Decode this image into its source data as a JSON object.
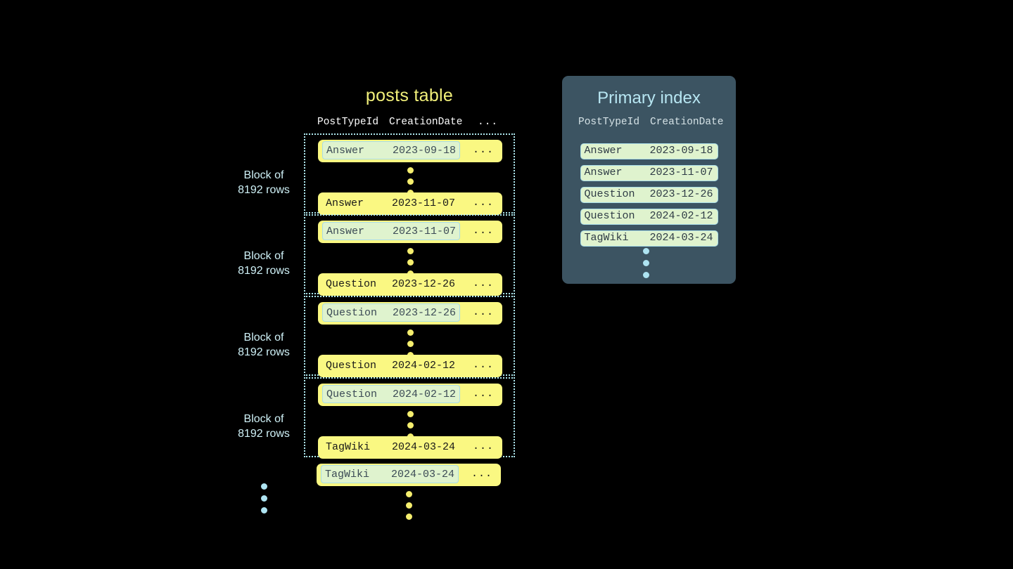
{
  "posts_table": {
    "title": "posts table",
    "columns": [
      "PostTypeId",
      "CreationDate",
      "..."
    ],
    "ellipsis": "...",
    "block_label": "Block of\n8192 rows",
    "block_label_line1": "Block of",
    "block_label_line2": "8192 rows",
    "blocks": [
      {
        "label_line1": "Block of",
        "label_line2": "8192 rows",
        "first_row": {
          "post_type_id": "Answer",
          "creation_date": "2023-09-18",
          "highlighted": true
        },
        "last_row": {
          "post_type_id": "Answer",
          "creation_date": "2023-11-07",
          "highlighted": false
        }
      },
      {
        "label_line1": "Block of",
        "label_line2": "8192 rows",
        "first_row": {
          "post_type_id": "Answer",
          "creation_date": "2023-11-07",
          "highlighted": true
        },
        "last_row": {
          "post_type_id": "Question",
          "creation_date": "2023-12-26",
          "highlighted": false
        }
      },
      {
        "label_line1": "Block of",
        "label_line2": "8192 rows",
        "first_row": {
          "post_type_id": "Question",
          "creation_date": "2023-12-26",
          "highlighted": true
        },
        "last_row": {
          "post_type_id": "Question",
          "creation_date": "2024-02-12",
          "highlighted": false
        }
      },
      {
        "label_line1": "Block of",
        "label_line2": "8192 rows",
        "first_row": {
          "post_type_id": "Question",
          "creation_date": "2024-02-12",
          "highlighted": true
        },
        "last_row": {
          "post_type_id": "TagWiki",
          "creation_date": "2024-03-24",
          "highlighted": false
        }
      }
    ],
    "trailing_row": {
      "post_type_id": "TagWiki",
      "creation_date": "2024-03-24",
      "highlighted": true
    }
  },
  "primary_index": {
    "title": "Primary index",
    "columns": [
      "PostTypeId",
      "CreationDate"
    ],
    "rows": [
      {
        "post_type_id": "Answer",
        "creation_date": "2023-09-18"
      },
      {
        "post_type_id": "Answer",
        "creation_date": "2023-11-07"
      },
      {
        "post_type_id": "Question",
        "creation_date": "2023-12-26"
      },
      {
        "post_type_id": "Question",
        "creation_date": "2024-02-12"
      },
      {
        "post_type_id": "TagWiki",
        "creation_date": "2024-03-24"
      }
    ]
  },
  "colors": {
    "background": "#000000",
    "accent_yellow": "#FAF882",
    "title_yellow": "#F2F07A",
    "accent_cyan": "#AEE7EE",
    "index_panel_bg": "#3C5462",
    "highlight_green": "#DFF3CE",
    "text_dark": "#2E3B45"
  }
}
